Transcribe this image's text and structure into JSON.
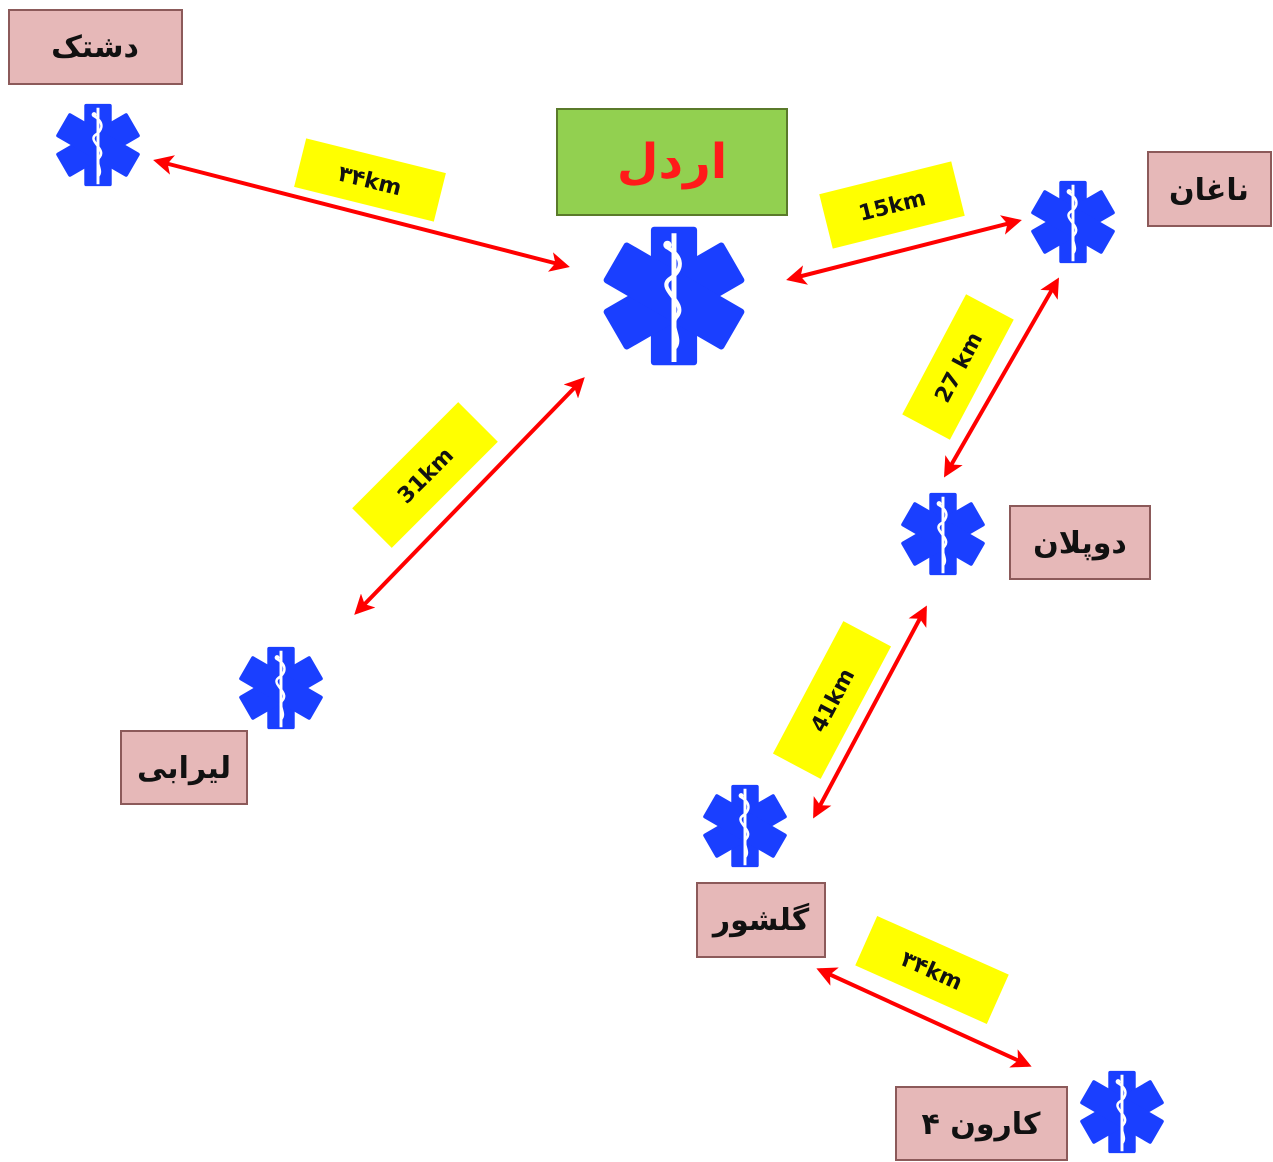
{
  "colors": {
    "node_box_fill": "#e6b8b8",
    "node_box_border": "#8c5a5a",
    "main_box_fill": "#92d050",
    "main_text": "#ff1a1a",
    "arrow": "#ff0000",
    "label_fill": "#ffff00",
    "star": "#1a3fff",
    "star_rod": "#ffffff"
  },
  "icon": "star-of-life-icon",
  "main": {
    "label": "اردل"
  },
  "nodes": {
    "dashtak": "دشتک",
    "naghan": "ناغان",
    "lirabi": "لیرابی",
    "dopolan": "دوپلان",
    "golshur": "گلشور",
    "karun4": "کارون ۴"
  },
  "distances": {
    "dashtak_ardal": "۳۴km",
    "ardal_naghan": "15km",
    "naghan_dopolan": "27 km",
    "ardal_lirabi": "31km",
    "dopolan_golshur": "41km",
    "golshur_karun4": "۳۴km"
  }
}
